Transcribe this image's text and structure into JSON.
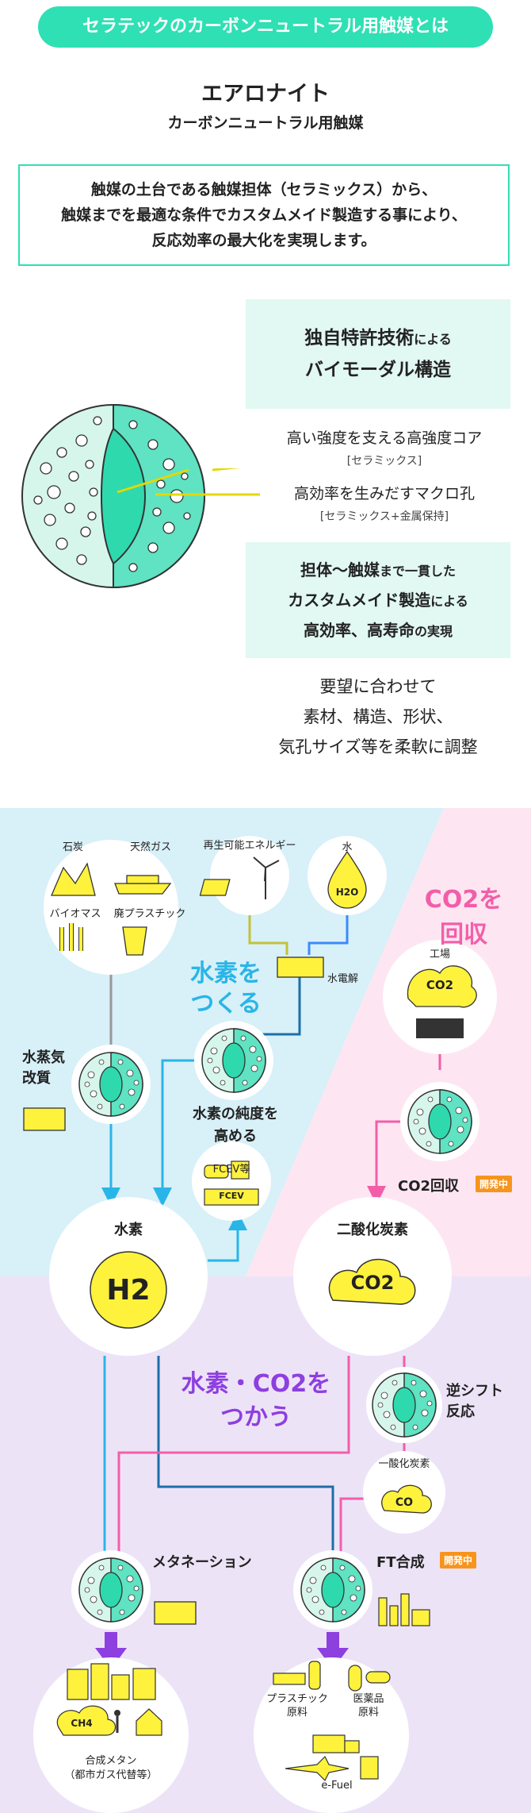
{
  "header": {
    "title": "セラテックのカーボンニュートラル用触媒とは"
  },
  "product": {
    "name": "エアロナイト",
    "subtitle": "カーボンニュートラル用触媒"
  },
  "intro": {
    "line1": "触媒の土台である触媒担体（セラミックス）から、",
    "line2": "触媒までを最適な条件でカスタムメイド製造する事により、",
    "line3": "反応効率の最大化を実現します。"
  },
  "feature1": {
    "part1": "独自特許技術",
    "part2": "による",
    "line2": "バイモーダル構造"
  },
  "callouts": {
    "core": "高い強度を支える高強度コア",
    "core_sub": "[セラミックス]",
    "pore": "高効率を生みだすマクロ孔",
    "pore_sub": "[セラミックス+金属保持]"
  },
  "feature2": {
    "l1a": "担体〜触媒",
    "l1b": "まで一貫した",
    "l2a": "カスタムメイド製造",
    "l2b": "による",
    "l3a": "高効率、高寿命",
    "l3b": "の実現"
  },
  "flex_note": {
    "line1": "要望に合わせて",
    "line2": "素材、構造、形状、",
    "line3": "気孔サイズ等を柔軟に調整"
  },
  "colors": {
    "accent": "#2ee0b4",
    "blue": "#29b5e8",
    "pink": "#f25ea9",
    "purple": "#8d3fe0",
    "yellow": "#fff23c",
    "orange": "#f7941d"
  },
  "diagram": {
    "make_title1": "水素を",
    "make_title2": "つくる",
    "capture_title1": "CO2を",
    "capture_title2": "回収",
    "use_title1": "水素・CO2を",
    "use_title2": "つかう",
    "feedstock": {
      "coal": "石炭",
      "gas": "天然ガス",
      "biomass": "バイオマス",
      "plastic": "廃プラスチック"
    },
    "renewable": "再生可能エネルギー",
    "water": "水",
    "water_icon": "H2O",
    "electrolysis": "水電解",
    "steam_reforming1": "水蒸気",
    "steam_reforming2": "改質",
    "purify1": "水素の純度を",
    "purify2": "高める",
    "fcev": "FCEV等",
    "fcev_truck": "FCEV",
    "hydrogen": "水素",
    "hydrogen_icon": "H2",
    "factory": "工場",
    "factory_icon": "CO2",
    "co2_capture": "CO2回収",
    "dev_tag": "開発中",
    "co2": "二酸化炭素",
    "co2_icon": "CO2",
    "reverse_shift1": "逆シフト",
    "reverse_shift2": "反応",
    "co": "一酸化炭素",
    "co_icon": "CO",
    "methanation": "メタネーション",
    "ft": "FT合成",
    "synthetic_methane1": "合成メタン",
    "synthetic_methane2": "（都市ガス代替等）",
    "ch4_icon": "CH4",
    "plastic_raw1": "プラスチック",
    "plastic_raw2": "原料",
    "pharma1": "医薬品",
    "pharma2": "原料",
    "efuel": "e-Fuel"
  }
}
